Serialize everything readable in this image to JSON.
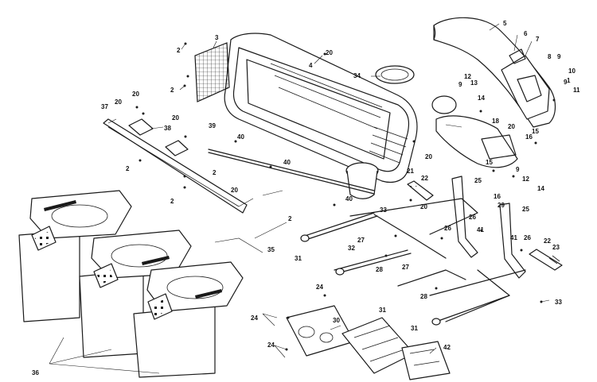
{
  "labels": {
    "n1": "1",
    "n2": "2",
    "n3": "3",
    "n4": "4",
    "n5": "5",
    "n6": "6",
    "n7": "7",
    "n8": "8",
    "n9": "9",
    "n10": "10",
    "n11": "11",
    "n12": "12",
    "n13": "13",
    "n14": "14",
    "n15": "15",
    "n16": "16",
    "n18": "18",
    "n20": "20",
    "n21": "21",
    "n22": "22",
    "n23": "23",
    "n24": "24",
    "n25": "25",
    "n26": "26",
    "n27": "27",
    "n28": "28",
    "n29": "29",
    "n30": "30",
    "n31": "31",
    "n32": "32",
    "n33": "33",
    "n34": "34",
    "n35": "35",
    "n36": "36",
    "n37": "37",
    "n38": "38",
    "n39": "39",
    "n40": "40",
    "n41": "41",
    "n42": "42"
  }
}
